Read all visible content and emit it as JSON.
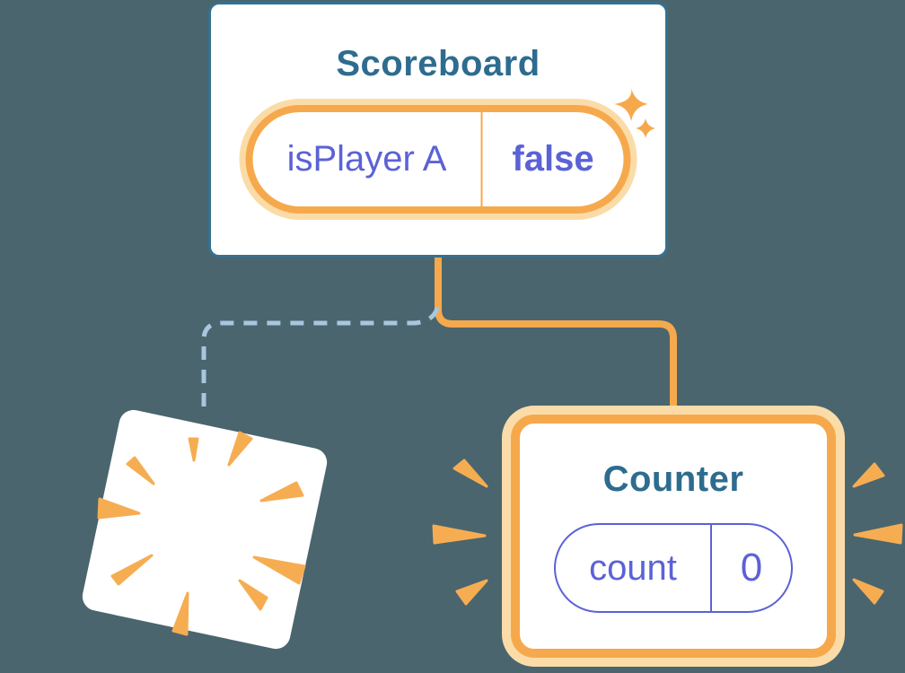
{
  "scoreboard": {
    "title": "Scoreboard",
    "state": {
      "name": "isPlayer A",
      "value": "false"
    }
  },
  "counter": {
    "title": "Counter",
    "state": {
      "name": "count",
      "value": "0"
    }
  },
  "colors": {
    "background": "#4A656E",
    "card_border_blue": "#36718F",
    "title_blue": "#2E6C8F",
    "orange": "#F6A94C",
    "orange_glow": "#FBDCA8",
    "indigo_state": "#5B62D6",
    "dashed_line_blue": "#A8C6DE",
    "card_white": "#FFFFFF"
  },
  "icons": {
    "sparkle": "sparkle-icon",
    "burst": "burst-icon",
    "emphasis": "emphasis-marks"
  }
}
